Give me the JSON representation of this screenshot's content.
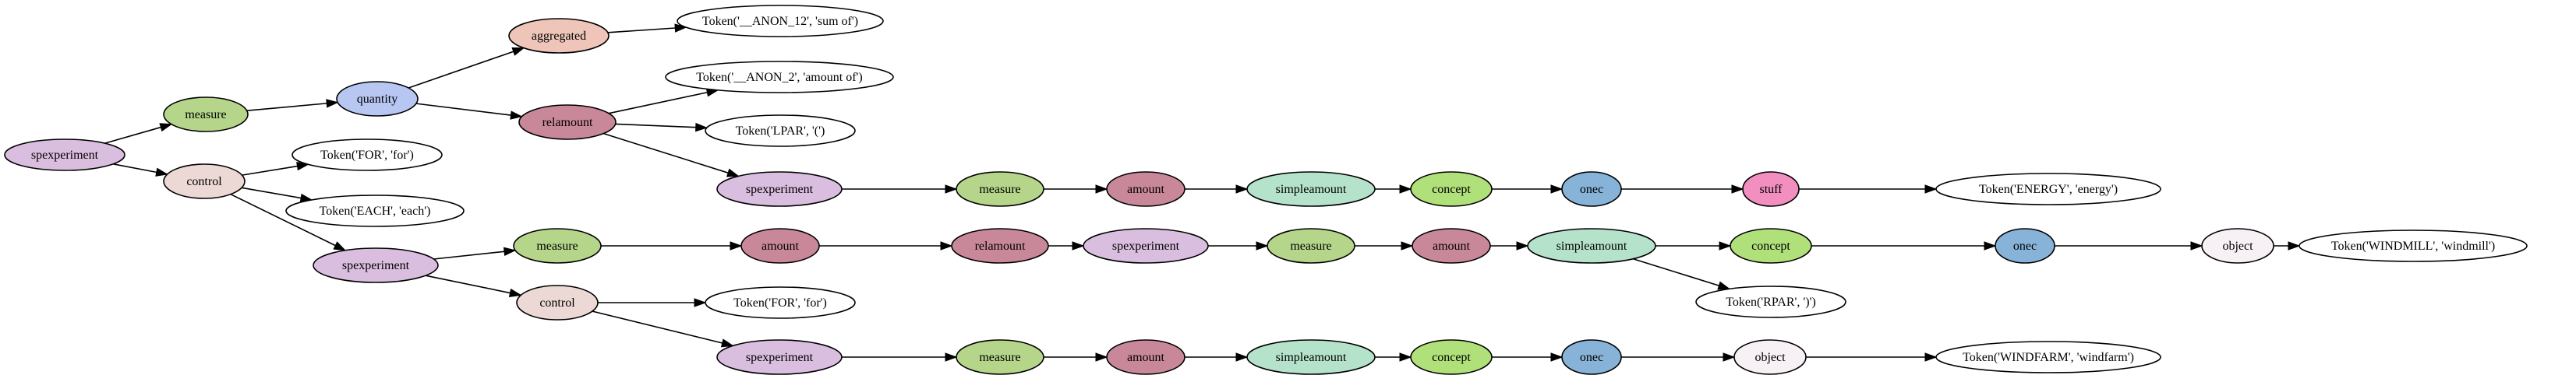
{
  "colors": {
    "spexperiment": "#dabedf",
    "measure": "#b5d68a",
    "quantity": "#b8c6f2",
    "aggregated": "#efc5b9",
    "relamount": "#c98899",
    "control": "#ecd8d4",
    "amount": "#c98899",
    "simpleamount": "#b5e2ca",
    "concept": "#b0e07a",
    "onec": "#87b3d8",
    "stuff": "#f28fc0",
    "object": "#f7f0f5",
    "token": "#ffffff"
  },
  "nodes": [
    {
      "id": "n0",
      "label": "spexperiment",
      "kind": "spexperiment"
    },
    {
      "id": "n1",
      "label": "measure",
      "kind": "measure"
    },
    {
      "id": "n2",
      "label": "quantity",
      "kind": "quantity"
    },
    {
      "id": "n3",
      "label": "aggregated",
      "kind": "aggregated"
    },
    {
      "id": "n4",
      "label": "Token('__ANON_12', 'sum of')",
      "kind": "token"
    },
    {
      "id": "n5",
      "label": "relamount",
      "kind": "relamount"
    },
    {
      "id": "n6",
      "label": "Token('__ANON_2', 'amount of')",
      "kind": "token"
    },
    {
      "id": "n7",
      "label": "Token('LPAR', '(')",
      "kind": "token"
    },
    {
      "id": "n8",
      "label": "spexperiment",
      "kind": "spexperiment"
    },
    {
      "id": "n9",
      "label": "measure",
      "kind": "measure"
    },
    {
      "id": "n10",
      "label": "amount",
      "kind": "amount"
    },
    {
      "id": "n11",
      "label": "simpleamount",
      "kind": "simpleamount"
    },
    {
      "id": "n12",
      "label": "concept",
      "kind": "concept"
    },
    {
      "id": "n13",
      "label": "onec",
      "kind": "onec"
    },
    {
      "id": "n14",
      "label": "stuff",
      "kind": "stuff"
    },
    {
      "id": "n15",
      "label": "Token('ENERGY', 'energy')",
      "kind": "token"
    },
    {
      "id": "n16",
      "label": "control",
      "kind": "control"
    },
    {
      "id": "n17",
      "label": "Token('FOR', 'for')",
      "kind": "token"
    },
    {
      "id": "n18",
      "label": "Token('EACH', 'each')",
      "kind": "token"
    },
    {
      "id": "n19",
      "label": "spexperiment",
      "kind": "spexperiment"
    },
    {
      "id": "n20",
      "label": "measure",
      "kind": "measure"
    },
    {
      "id": "n21",
      "label": "amount",
      "kind": "amount"
    },
    {
      "id": "n22",
      "label": "relamount",
      "kind": "relamount"
    },
    {
      "id": "n23",
      "label": "spexperiment",
      "kind": "spexperiment"
    },
    {
      "id": "n24",
      "label": "measure",
      "kind": "measure"
    },
    {
      "id": "n25",
      "label": "amount",
      "kind": "amount"
    },
    {
      "id": "n26",
      "label": "simpleamount",
      "kind": "simpleamount"
    },
    {
      "id": "n27",
      "label": "concept",
      "kind": "concept"
    },
    {
      "id": "n28",
      "label": "onec",
      "kind": "onec"
    },
    {
      "id": "n29",
      "label": "object",
      "kind": "object"
    },
    {
      "id": "n30",
      "label": "Token('WINDMILL', 'windmill')",
      "kind": "token"
    },
    {
      "id": "n31",
      "label": "Token('RPAR', ')')",
      "kind": "token"
    },
    {
      "id": "n32",
      "label": "control",
      "kind": "control"
    },
    {
      "id": "n33",
      "label": "Token('FOR', 'for')",
      "kind": "token"
    },
    {
      "id": "n34",
      "label": "spexperiment",
      "kind": "spexperiment"
    },
    {
      "id": "n35",
      "label": "measure",
      "kind": "measure"
    },
    {
      "id": "n36",
      "label": "amount",
      "kind": "amount"
    },
    {
      "id": "n37",
      "label": "simpleamount",
      "kind": "simpleamount"
    },
    {
      "id": "n38",
      "label": "concept",
      "kind": "concept"
    },
    {
      "id": "n39",
      "label": "onec",
      "kind": "onec"
    },
    {
      "id": "n40",
      "label": "object",
      "kind": "object"
    },
    {
      "id": "n41",
      "label": "Token('WINDFARM', 'windfarm')",
      "kind": "token"
    }
  ],
  "edges": [
    [
      "n0",
      "n1"
    ],
    [
      "n1",
      "n2"
    ],
    [
      "n2",
      "n3"
    ],
    [
      "n3",
      "n4"
    ],
    [
      "n2",
      "n5"
    ],
    [
      "n5",
      "n6"
    ],
    [
      "n5",
      "n7"
    ],
    [
      "n5",
      "n8"
    ],
    [
      "n8",
      "n9"
    ],
    [
      "n9",
      "n10"
    ],
    [
      "n10",
      "n11"
    ],
    [
      "n11",
      "n12"
    ],
    [
      "n12",
      "n13"
    ],
    [
      "n13",
      "n14"
    ],
    [
      "n14",
      "n15"
    ],
    [
      "n0",
      "n16"
    ],
    [
      "n16",
      "n17"
    ],
    [
      "n16",
      "n18"
    ],
    [
      "n16",
      "n19"
    ],
    [
      "n19",
      "n20"
    ],
    [
      "n20",
      "n21"
    ],
    [
      "n21",
      "n22"
    ],
    [
      "n22",
      "n23"
    ],
    [
      "n23",
      "n24"
    ],
    [
      "n24",
      "n25"
    ],
    [
      "n25",
      "n26"
    ],
    [
      "n26",
      "n27"
    ],
    [
      "n27",
      "n28"
    ],
    [
      "n28",
      "n29"
    ],
    [
      "n29",
      "n30"
    ],
    [
      "n26",
      "n31"
    ],
    [
      "n19",
      "n32"
    ],
    [
      "n32",
      "n33"
    ],
    [
      "n32",
      "n34"
    ],
    [
      "n34",
      "n35"
    ],
    [
      "n35",
      "n36"
    ],
    [
      "n36",
      "n37"
    ],
    [
      "n37",
      "n38"
    ],
    [
      "n38",
      "n39"
    ],
    [
      "n39",
      "n40"
    ],
    [
      "n40",
      "n41"
    ]
  ]
}
